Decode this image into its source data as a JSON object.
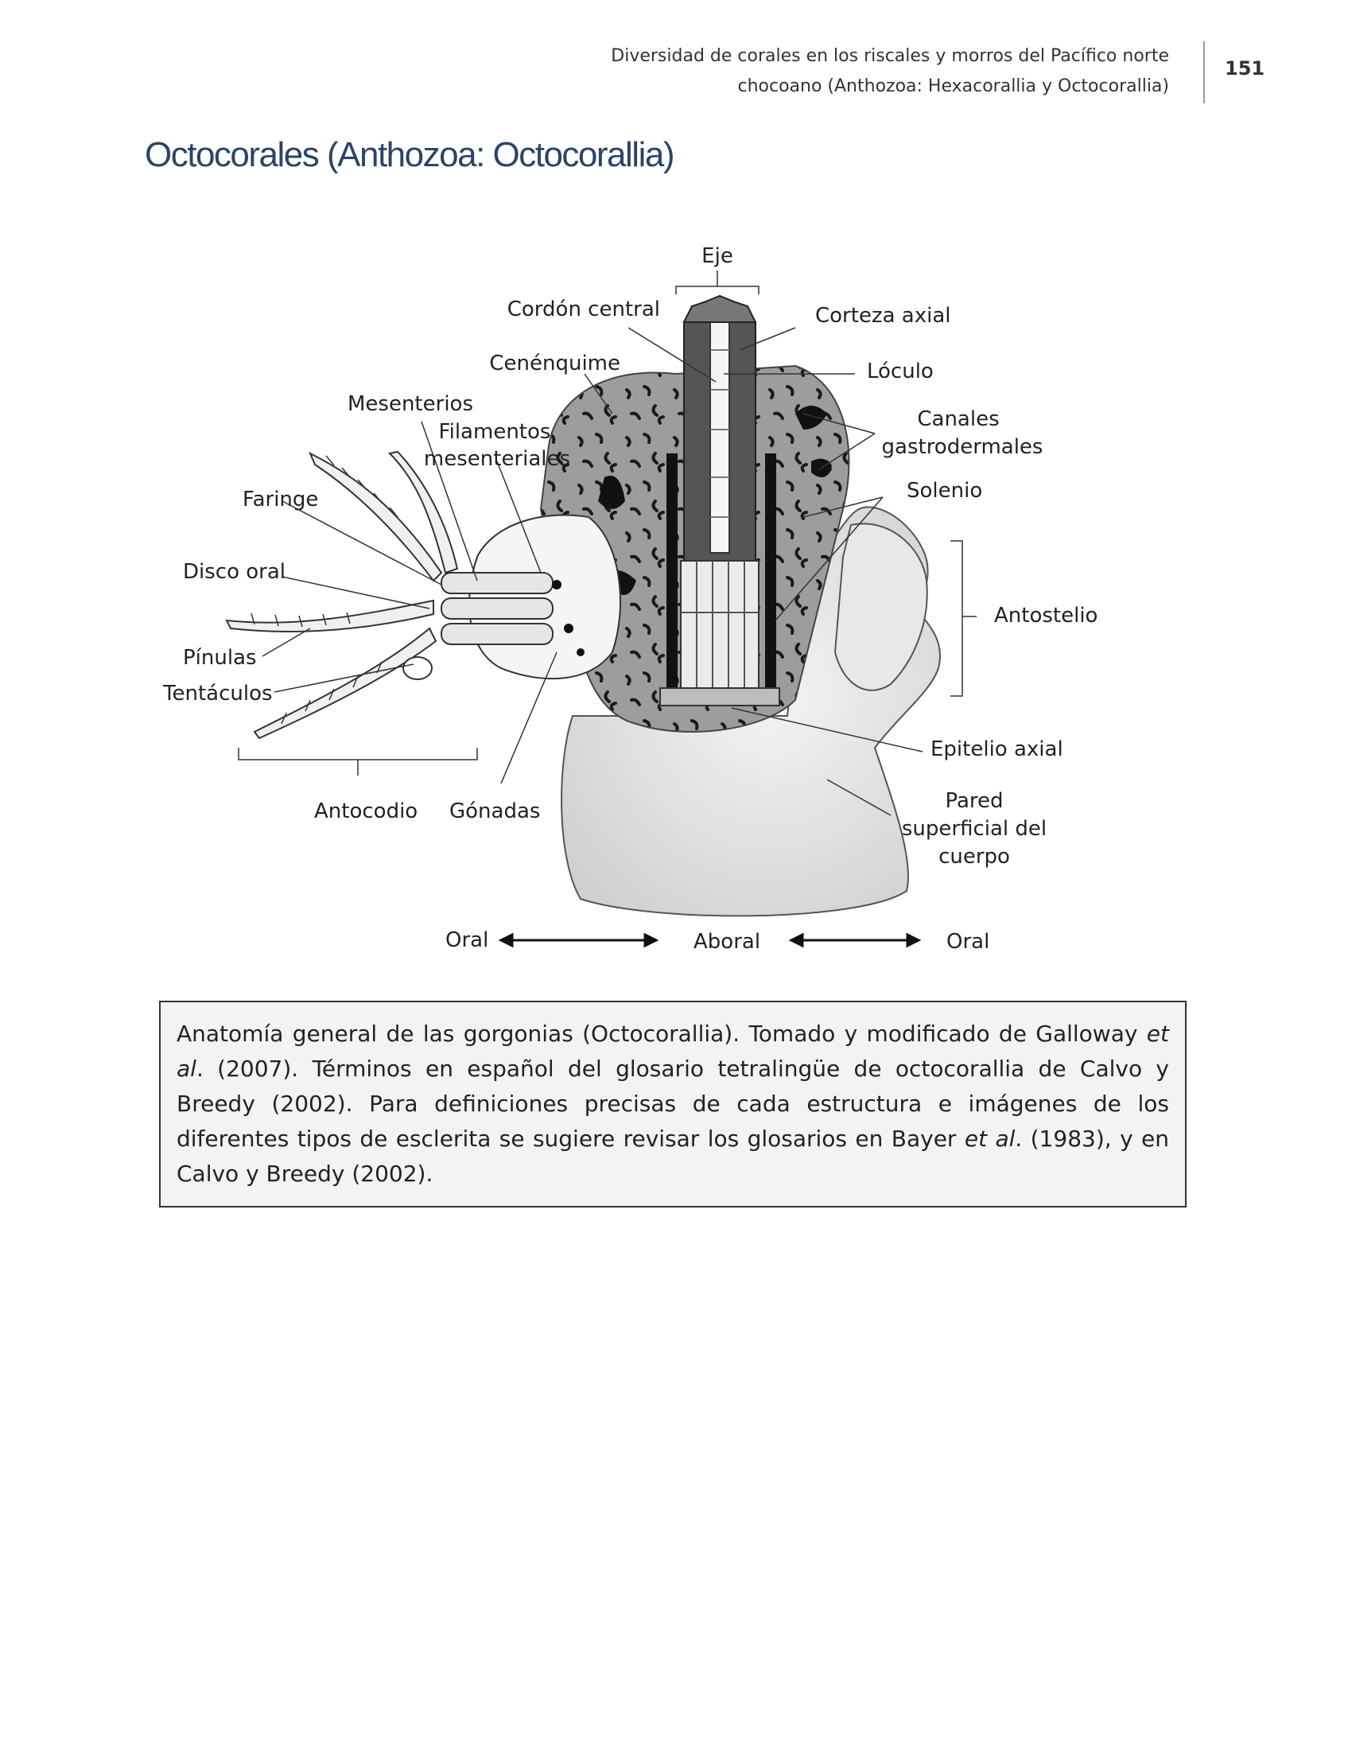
{
  "header": {
    "running_title_line1": "Diversidad de corales en los riscales y morros del Pacífico norte",
    "running_title_line2": "chocoano (Anthozoa: Hexacorallia y Octocorallia)",
    "page_number": "151"
  },
  "section_title": "Octocorales (Anthozoa: Octocorallia)",
  "diagram": {
    "labels": {
      "eje": "Eje",
      "cordon_central": "Cordón central",
      "corteza_axial": "Corteza axial",
      "loculo": "Lóculo",
      "cenenquime": "Cenénquime",
      "mesenterios": "Mesenterios",
      "filamentos_1": "Filamentos",
      "filamentos_2": "mesenteriales",
      "canales_1": "Canales",
      "canales_2": "gastrodermales",
      "faringe": "Faringe",
      "solenio": "Solenio",
      "disco_oral": "Disco oral",
      "antostelio": "Antostelio",
      "pinulas": "Pínulas",
      "tentaculos": "Tentáculos",
      "epitelio_axial": "Epitelio axial",
      "antocodio": "Antocodio",
      "gonadas": "Gónadas",
      "pared_1": "Pared",
      "pared_2": "superficial del",
      "pared_3": "cuerpo",
      "oral_left": "Oral",
      "aboral": "Aboral",
      "oral_right": "Oral"
    }
  },
  "caption": {
    "part1": "Anatomía general de las gorgonias (Octocorallia). Tomado y modificado de Galloway ",
    "etal1": "et al",
    "part2": ". (2007). Términos en español del glosario tetralingüe de octocorallia de Calvo y Breedy (2002). Para definiciones precisas de cada estructura e imágenes de los diferentes tipos de esclerita se sugiere revisar los glosarios en Bayer ",
    "etal2": "et al",
    "part3": ". (1983), y en Calvo y Breedy (2002)."
  }
}
